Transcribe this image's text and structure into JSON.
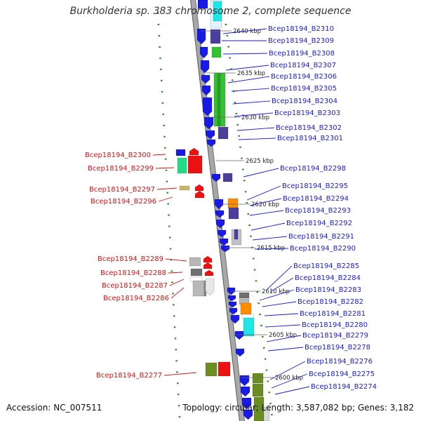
{
  "title": "Burkholderia sp. 383 chromosome 2, complete sequence",
  "accession": "Accession: NC_007511",
  "summary": "Topology: circular; Length: 3,587,082 bp; Genes: 3,182",
  "colors": {
    "blue": "#1a1ae6",
    "purple": "#4a3f9a",
    "green": "#34c234",
    "cyan": "#1ee6e6",
    "red": "#ee1111",
    "gray": "#b8b8b8",
    "darkgray": "#707070",
    "orange": "#ff8c00",
    "olive": "#6b8e23",
    "spring": "#22dd88",
    "label_blue": "#1a1ae6",
    "label_red": "#dd1111"
  },
  "ticks": [
    "2640 kbp",
    "2635 kbp",
    "2630 kbp",
    "2625 kbp",
    "2620 kbp",
    "2615 kbp",
    "2610 kbp",
    "2605 kbp",
    "2600 kbp"
  ],
  "genes_right": [
    "Bcep18194_B2310",
    "Bcep18194_B2309",
    "Bcep18194_B2308",
    "Bcep18194_B2307",
    "Bcep18194_B2306",
    "Bcep18194_B2305",
    "Bcep18194_B2304",
    "Bcep18194_B2303",
    "Bcep18194_B2302",
    "Bcep18194_B2301",
    "Bcep18194_B2298",
    "Bcep18194_B2295",
    "Bcep18194_B2294",
    "Bcep18194_B2293",
    "Bcep18194_B2292",
    "Bcep18194_B2291",
    "Bcep18194_B2290",
    "Bcep18194_B2285",
    "Bcep18194_B2284",
    "Bcep18194_B2283",
    "Bcep18194_B2282",
    "Bcep18194_B2281",
    "Bcep18194_B2280",
    "Bcep18194_B2279",
    "Bcep18194_B2278",
    "Bcep18194_B2276",
    "Bcep18194_B2275",
    "Bcep18194_B2274"
  ],
  "genes_left": [
    "Bcep18194_B2300",
    "Bcep18194_B2299",
    "Bcep18194_B2297",
    "Bcep18194_B2296",
    "Bcep18194_B2289",
    "Bcep18194_B2288",
    "Bcep18194_B2287",
    "Bcep18194_B2286",
    "Bcep18194_B2277"
  ]
}
